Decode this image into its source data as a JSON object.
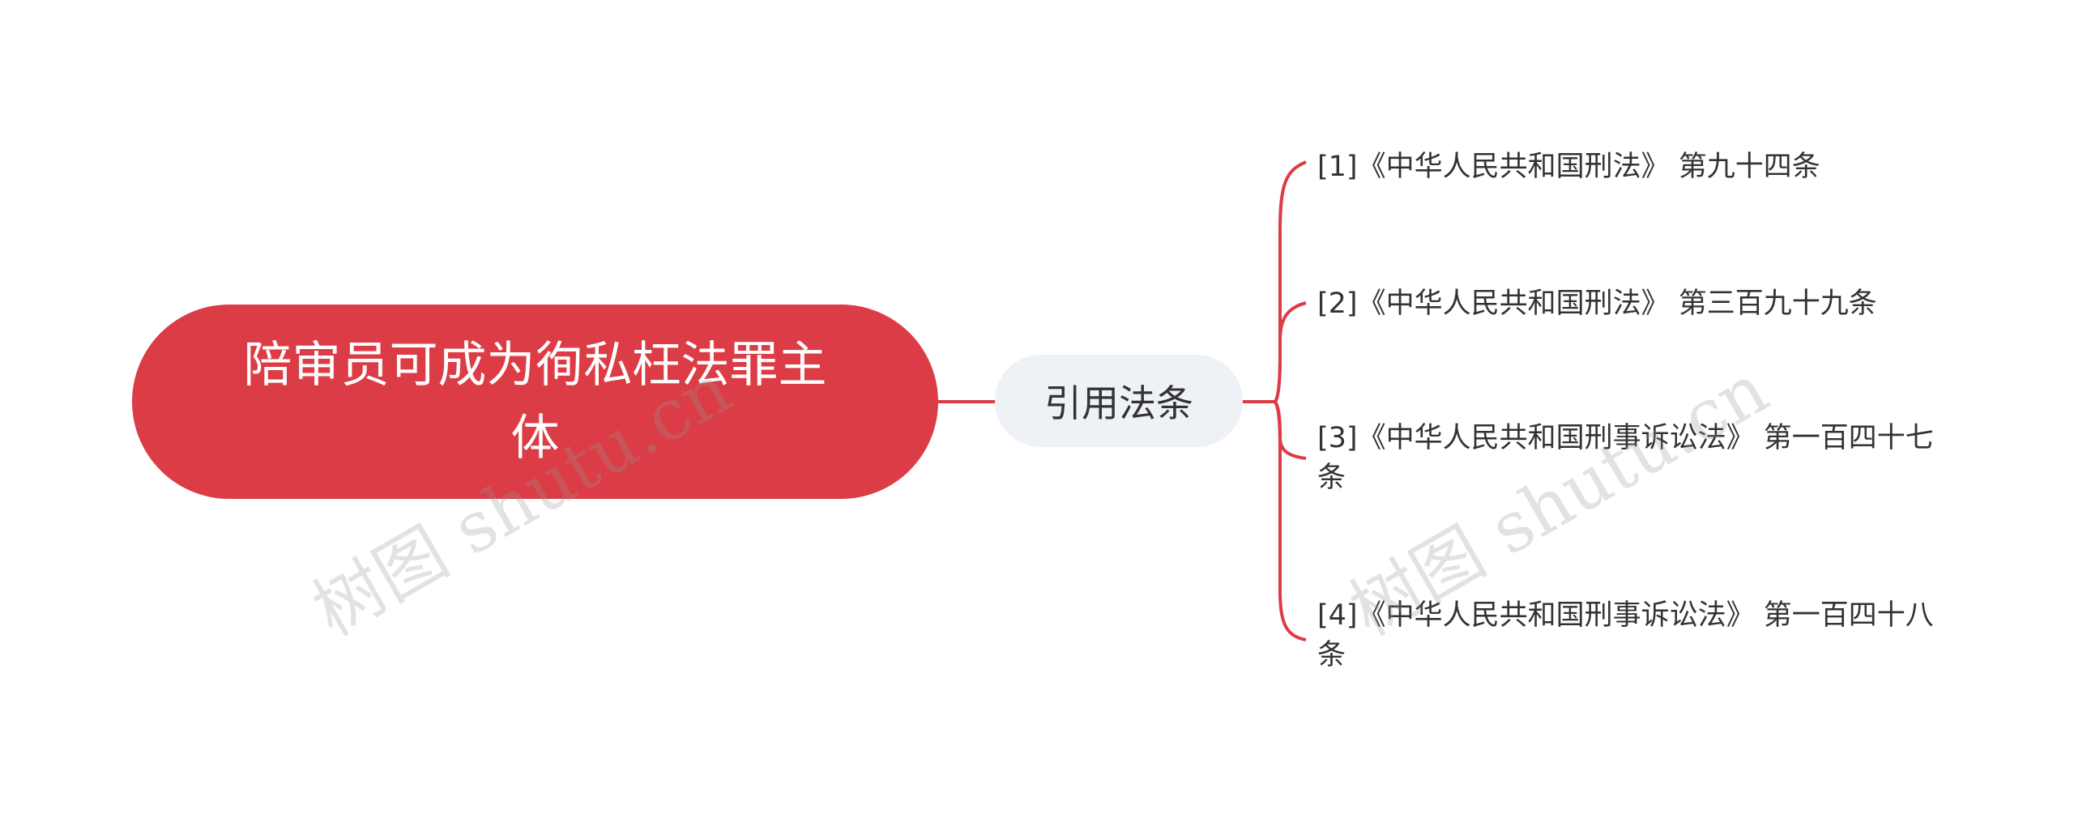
{
  "root": {
    "title": "陪审员可成为徇私枉法罪主体"
  },
  "branch": {
    "label": "引用法条"
  },
  "leaves": [
    {
      "text": "[1]《中华人民共和国刑法》 第九十四条"
    },
    {
      "text": "[2]《中华人民共和国刑法》 第三百九十九条"
    },
    {
      "text": "[3]《中华人民共和国刑事诉讼法》 第一百四十七条"
    },
    {
      "text": "[4]《中华人民共和国刑事诉讼法》 第一百四十八条"
    }
  ],
  "watermark": {
    "text": "树图 shutu.cn"
  },
  "colors": {
    "accent": "#dc3c45",
    "branch_fill": "#eef1f5",
    "text": "#333333",
    "root_text": "#ffffff",
    "background": "#ffffff"
  }
}
